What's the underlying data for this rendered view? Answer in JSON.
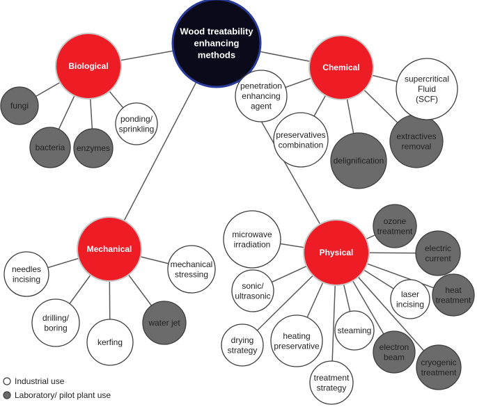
{
  "colors": {
    "root_fill": "#0a0a1a",
    "root_stroke": "#2a3a9a",
    "category_fill": "#ee1c24",
    "category_stroke": "#c8c8c8",
    "industrial_fill": "#ffffff",
    "laboratory_fill": "#6b6b6b",
    "node_stroke": "#3c3c3c",
    "edge": "#595959"
  },
  "root": {
    "id": "root",
    "lines": [
      "Wood treatability",
      "enhancing",
      "methods"
    ]
  },
  "categories": [
    {
      "id": "biological",
      "lines": [
        "Biological"
      ]
    },
    {
      "id": "chemical",
      "lines": [
        "Chemical"
      ]
    },
    {
      "id": "mechanical",
      "lines": [
        "Mechanical"
      ]
    },
    {
      "id": "physical",
      "lines": [
        "Physical"
      ]
    }
  ],
  "methods": [
    {
      "id": "fungi",
      "parent": "biological",
      "use": "laboratory",
      "lines": [
        "fungi"
      ]
    },
    {
      "id": "bacteria",
      "parent": "biological",
      "use": "laboratory",
      "lines": [
        "bacteria"
      ]
    },
    {
      "id": "enzymes",
      "parent": "biological",
      "use": "laboratory",
      "lines": [
        "enzymes"
      ]
    },
    {
      "id": "ponding",
      "parent": "biological",
      "use": "industrial",
      "lines": [
        "ponding/",
        "sprinkling"
      ]
    },
    {
      "id": "penetration",
      "parent": "chemical",
      "use": "industrial",
      "lines": [
        "penetration",
        "enhancing",
        "agent"
      ]
    },
    {
      "id": "preservatives",
      "parent": "chemical",
      "use": "industrial",
      "lines": [
        "preservatives",
        "combination"
      ]
    },
    {
      "id": "delignification",
      "parent": "chemical",
      "use": "laboratory",
      "lines": [
        "delignification"
      ]
    },
    {
      "id": "extractives",
      "parent": "chemical",
      "use": "laboratory",
      "lines": [
        "extractives",
        "removal"
      ]
    },
    {
      "id": "scf",
      "parent": "chemical",
      "use": "industrial",
      "lines": [
        "supercritical",
        "Fluid",
        "(SCF)"
      ]
    },
    {
      "id": "needles",
      "parent": "mechanical",
      "use": "industrial",
      "lines": [
        "needles",
        "incising"
      ]
    },
    {
      "id": "drilling",
      "parent": "mechanical",
      "use": "industrial",
      "lines": [
        "drilling/",
        "boring"
      ]
    },
    {
      "id": "kerfing",
      "parent": "mechanical",
      "use": "industrial",
      "lines": [
        "kerfing"
      ]
    },
    {
      "id": "waterjet",
      "parent": "mechanical",
      "use": "laboratory",
      "lines": [
        "water jet"
      ]
    },
    {
      "id": "mechstress",
      "parent": "mechanical",
      "use": "industrial",
      "lines": [
        "mechanical",
        "stressing"
      ]
    },
    {
      "id": "microwave",
      "parent": "physical",
      "use": "industrial",
      "lines": [
        "microwave",
        "irradiation"
      ]
    },
    {
      "id": "sonic",
      "parent": "physical",
      "use": "industrial",
      "lines": [
        "sonic/",
        "ultrasonic"
      ]
    },
    {
      "id": "drying",
      "parent": "physical",
      "use": "industrial",
      "lines": [
        "drying",
        "strategy"
      ]
    },
    {
      "id": "heating",
      "parent": "physical",
      "use": "industrial",
      "lines": [
        "heating",
        "preservative"
      ]
    },
    {
      "id": "treatstrat",
      "parent": "physical",
      "use": "industrial",
      "lines": [
        "treatment",
        "strategy"
      ]
    },
    {
      "id": "steaming",
      "parent": "physical",
      "use": "industrial",
      "lines": [
        "steaming"
      ]
    },
    {
      "id": "electron",
      "parent": "physical",
      "use": "laboratory",
      "lines": [
        "electron",
        "beam"
      ]
    },
    {
      "id": "cryogenic",
      "parent": "physical",
      "use": "laboratory",
      "lines": [
        "cryogenic",
        "treatment"
      ]
    },
    {
      "id": "laser",
      "parent": "physical",
      "use": "industrial",
      "lines": [
        "laser",
        "incising"
      ]
    },
    {
      "id": "heattreat",
      "parent": "physical",
      "use": "laboratory",
      "lines": [
        "heat",
        "treatment"
      ]
    },
    {
      "id": "electric",
      "parent": "physical",
      "use": "laboratory",
      "lines": [
        "electric",
        "current"
      ]
    },
    {
      "id": "ozone",
      "parent": "physical",
      "use": "laboratory",
      "lines": [
        "ozone",
        "treatment"
      ]
    }
  ],
  "legend": [
    {
      "id": "industrial",
      "label": "Industrial use"
    },
    {
      "id": "laboratory",
      "label": "Laboratory/ pilot plant use"
    }
  ]
}
